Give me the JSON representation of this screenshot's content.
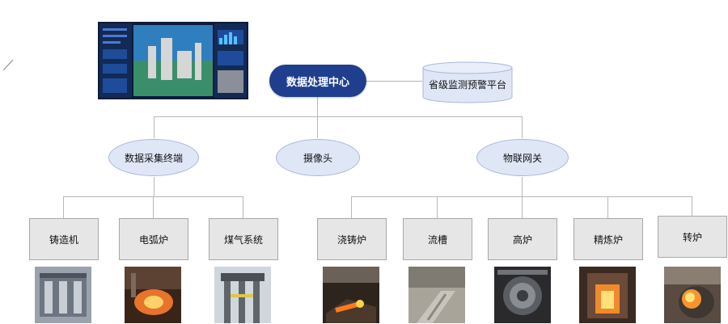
{
  "center": {
    "label": "数据处理中心"
  },
  "platform": {
    "label": "省级监测预警平台"
  },
  "tier2": {
    "collect": "数据采集终端",
    "camera": "摄像头",
    "gateway": "物联网关"
  },
  "devices": {
    "casting_machine": "铸造机",
    "arc_furnace": "电弧炉",
    "gas_system": "煤气系统",
    "ladle": "浇铸炉",
    "launder": "流槽",
    "blast_furnace": "高炉",
    "refining_furnace": "精炼炉",
    "converter": "转炉"
  },
  "colors": {
    "center_fill": "#1f3f8e",
    "node_fill": "#dfe7f7",
    "box_fill": "#e6e6e6",
    "line": "#b8b8b8"
  },
  "icons": {
    "dashboard": "monitoring-dashboard-screenshot",
    "devices": [
      "casting-machine-photo",
      "arc-furnace-photo",
      "gas-system-photo",
      "ladle-photo",
      "launder-photo",
      "blast-furnace-photo",
      "refining-furnace-photo",
      "converter-photo"
    ]
  }
}
